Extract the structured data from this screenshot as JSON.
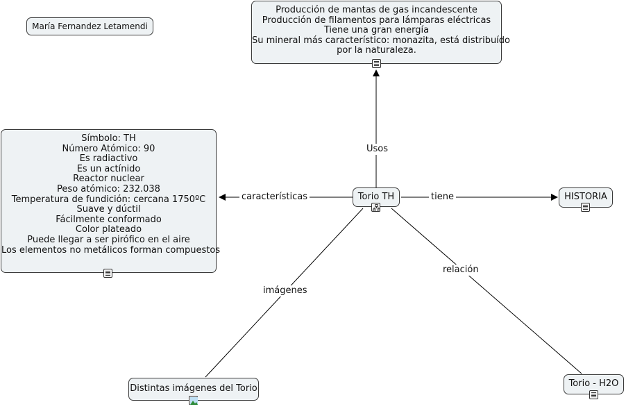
{
  "author": "María Fernandez Letamendi",
  "center": {
    "label": "Torio TH",
    "icon": "concept-map-icon"
  },
  "usos": {
    "link_label": "Usos",
    "lines": [
      "Producción de mantas de gas incandescente",
      "Producción de filamentos para lámparas eléctricas",
      "Tiene una gran energía",
      "Su mineral más característico: monazita, está distribuído",
      "por la naturaleza."
    ],
    "icon": "document-icon"
  },
  "caracteristicas": {
    "link_label": "características",
    "lines": [
      "Símbolo: TH",
      "Número Atómico: 90",
      "Es radiactivo",
      "Es un actínido",
      "Reactor nuclear",
      "Peso atómico: 232.038",
      "Temperatura de fundición: cercana 1750ºC",
      "Suave y dúctil",
      "Fácilmente conformado",
      "Color plateado",
      "Puede llegar a ser pirófico en el aire",
      "Los elementos no metálicos forman compuestos"
    ],
    "icon": "document-icon"
  },
  "historia": {
    "link_label": "tiene",
    "label": "HISTORIA",
    "icon": "document-icon"
  },
  "imagenes": {
    "link_label": "imágenes",
    "label": "Distintas imágenes del Torio",
    "icon": "image-icon"
  },
  "h2o": {
    "link_label": "relación",
    "label": "Torio - H2O",
    "icon": "document-icon"
  }
}
